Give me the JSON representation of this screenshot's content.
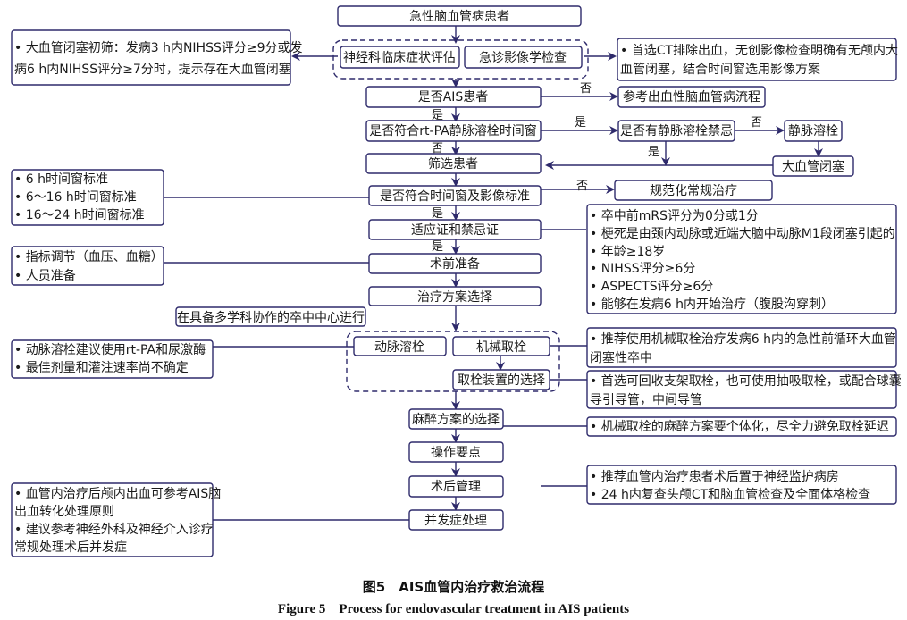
{
  "flow": {
    "start": "急性脑血管病患者",
    "assess_clinical": "神经科临床症状评估",
    "assess_imaging": "急诊影像学检查",
    "is_ais": "是否AIS患者",
    "hemorrhage_flow": "参考出血性脑血管病流程",
    "rtpa_window": "是否符合rt-PA静脉溶栓时间窗",
    "iv_contra": "是否有静脉溶栓禁忌",
    "iv_thrombolysis": "静脉溶栓",
    "lvo": "大血管闭塞",
    "screen": "筛选患者",
    "window_imaging": "是否符合时间窗及影像标准",
    "standard_treatment": "规范化常规治疗",
    "indications": "适应证和禁忌证",
    "preop": "术前准备",
    "plan": "治疗方案选择",
    "stroke_center": "在具备多学科协作的卒中中心进行",
    "ia_thrombolysis": "动脉溶栓",
    "thrombectomy": "机械取栓",
    "device": "取栓装置的选择",
    "anesthesia": "麻醉方案的选择",
    "key_points": "操作要点",
    "postop": "术后管理",
    "complications": "并发症处理"
  },
  "edge_labels": {
    "yes": "是",
    "no": "否"
  },
  "notes": {
    "lvo_screen": [
      "• 大血管闭塞初筛：发病3 h内NIHSS评分≥9分或发",
      "病6 h内NIHSS评分≥7分时，提示存在大血管闭塞"
    ],
    "ct_first": [
      "• 首选CT排除出血，无创影像检查明确有无颅内大",
      "血管闭塞，结合时间窗选用影像方案"
    ],
    "windows": [
      "• 6 h时间窗标准",
      "• 6～16 h时间窗标准",
      "• 16～24 h时间窗标准"
    ],
    "criteria": [
      "• 卒中前mRS评分为0分或1分",
      "• 梗死是由颈内动脉或近端大脑中动脉M1段闭塞引起的",
      "• 年龄≥18岁",
      "• NIHSS评分≥6分",
      "• ASPECTS评分≥6分",
      "• 能够在发病6 h内开始治疗（腹股沟穿刺）"
    ],
    "prep": [
      "• 指标调节（血压、血糖）",
      "• 人员准备"
    ],
    "ia": [
      "• 动脉溶栓建议使用rt-PA和尿激酶",
      "• 最佳剂量和灌注速率尚不确定"
    ],
    "mt": [
      "• 推荐使用机械取栓治疗发病6 h内的急性前循环大血管",
      "闭塞性卒中"
    ],
    "device": [
      "• 首选可回收支架取栓，也可使用抽吸取栓，或配合球囊",
      "导引导管，中间导管"
    ],
    "anesthesia": [
      "• 机械取栓的麻醉方案要个体化，尽全力避免取栓延迟"
    ],
    "postop": [
      "• 推荐血管内治疗患者术后置于神经监护病房",
      "• 24 h内复查头颅CT和脑血管检查及全面体格检查"
    ],
    "complications": [
      "• 血管内治疗后颅内出血可参考AIS脑",
      "出血转化处理原则",
      "• 建议参考神经外科及神经介入诊疗",
      "常规处理术后并发症"
    ]
  },
  "caption": {
    "cn": "图5　AIS血管内治疗救治流程",
    "en": "Figure 5　Process for endovascular treatment in AIS patients"
  },
  "colors": {
    "stroke": "#2e2a6b"
  }
}
